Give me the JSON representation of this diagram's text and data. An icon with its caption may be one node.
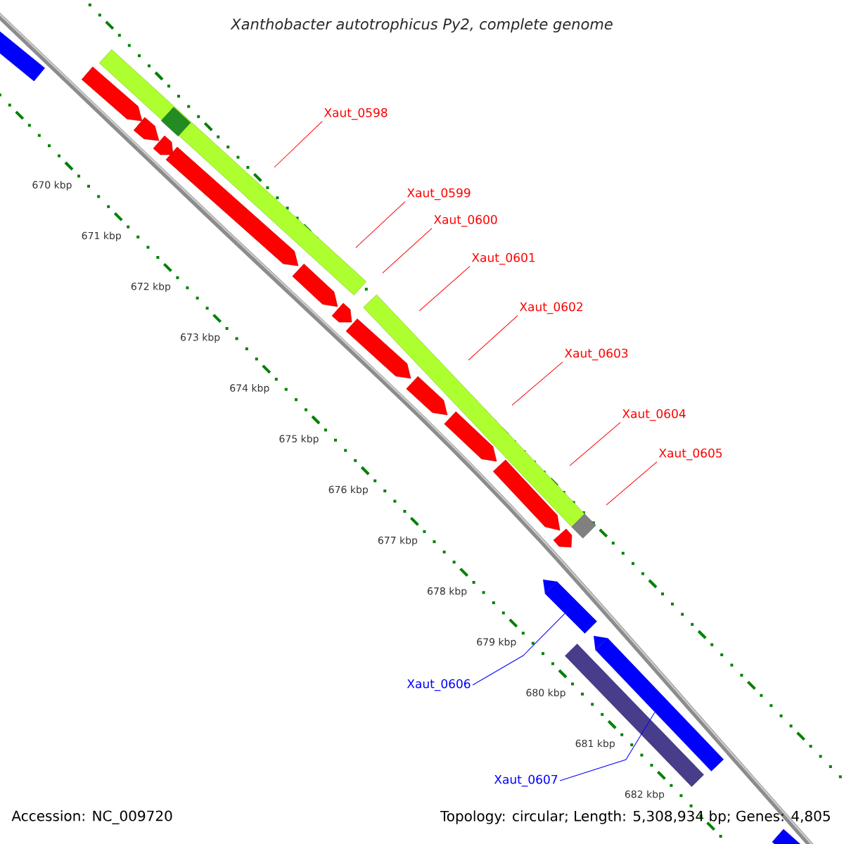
{
  "diagram": {
    "title": "Xanthobacter autotrophicus Py2, complete genome",
    "nodes": [
      {
        "text": [
          "Xaut_0598"
        ]
      },
      {
        "text": [
          "Xaut_0599"
        ]
      },
      {
        "text": [
          "Xaut_0600"
        ]
      },
      {
        "text": [
          "Xaut_0601"
        ]
      },
      {
        "text": [
          "Xaut_0602"
        ]
      },
      {
        "text": [
          "Xaut_0603"
        ]
      },
      {
        "text": [
          "Xaut_0604"
        ]
      },
      {
        "text": [
          "Xaut_0605"
        ]
      },
      {
        "text": [
          "Xaut_0606"
        ]
      },
      {
        "text": [
          "Xaut_0607"
        ]
      },
      {
        "text": [],
        "shape": "bar"
      },
      {
        "text": [],
        "shape": "bar"
      }
    ],
    "edges": [
      {
        "from": 0,
        "to": null,
        "arrow": "none"
      },
      {
        "from": 1,
        "to": null,
        "arrow": "none"
      },
      {
        "from": 2,
        "to": null,
        "arrow": "none"
      },
      {
        "from": 3,
        "to": null,
        "arrow": "none"
      },
      {
        "from": 4,
        "to": null,
        "arrow": "none"
      },
      {
        "from": 5,
        "to": null,
        "arrow": "none"
      },
      {
        "from": 6,
        "to": null,
        "arrow": "none"
      },
      {
        "from": 7,
        "to": null,
        "arrow": "none"
      },
      {
        "from": 8,
        "to": 10,
        "arrow": "none",
        "color": "#0000ff"
      },
      {
        "from": 9,
        "to": 11,
        "arrow": "none",
        "color": "#0000ff"
      }
    ],
    "labels": [
      "670 kbp",
      "671 kbp",
      "672 kbp",
      "673 kbp",
      "674 kbp",
      "675 kbp",
      "676 kbp",
      "677 kbp",
      "678 kbp",
      "679 kbp",
      "680 kbp",
      "681 kbp",
      "682 kbp",
      "Accession: NC_009720",
      "Topology: circular; Length: 5,308,934 bp; Genes: 4,805"
    ]
  }
}
